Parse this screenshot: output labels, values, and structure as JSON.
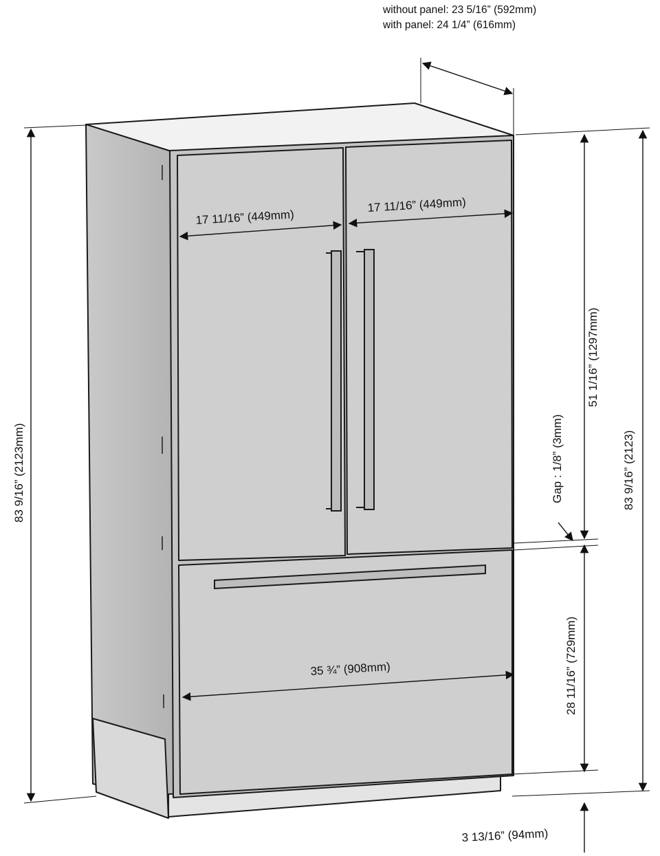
{
  "header": {
    "depth_without_panel": "without panel: 23 5/16” (592mm)",
    "depth_with_panel": "with panel: 24 1/4” (616mm)"
  },
  "dimensions": {
    "left_door_width": "17 11/16” (449mm)",
    "right_door_width": "17 11/16” (449mm)",
    "total_width": "35 ¾”   (908mm)",
    "total_height_left": "83 9/16” (2123mm)",
    "total_height_right": "83 9/16” (2123)",
    "upper_door_height": "51  1/16”    (1297mm)",
    "gap": "Gap : 1/8” (3mm)",
    "drawer_height": "28  11/16” (729mm)",
    "toe_kick": "3 13/16” (94mm)"
  },
  "colors": {
    "panel": "#cfcfcf",
    "panel_dark": "#b4b4b4",
    "outline": "#1a1a1a",
    "dimension_line": "#111111"
  }
}
